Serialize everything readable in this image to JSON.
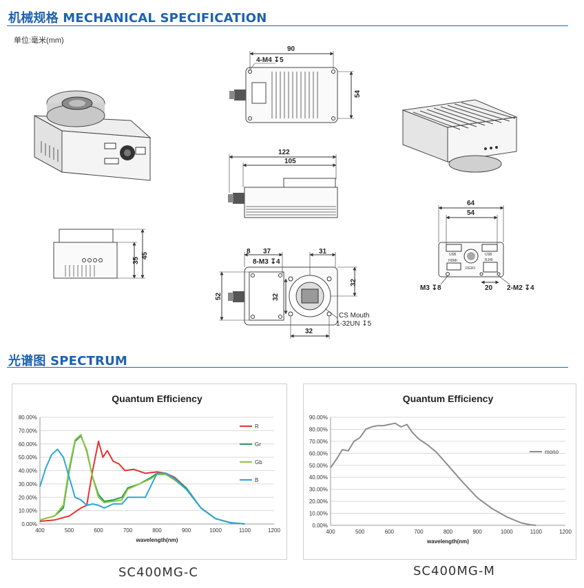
{
  "mech": {
    "title": "机械规格 MECHANICAL SPECIFICATION",
    "unit": "单位:毫米(mm)",
    "dims": {
      "top_width": "90",
      "top_hole": "4-M4 ↧5",
      "top_height": "54",
      "side_122": "122",
      "side_105": "105",
      "left_35": "35",
      "left_45": "45",
      "front_8": "8",
      "front_37": "37",
      "front_31": "31",
      "front_m3": "8-M3 ↧4",
      "front_32r": "32",
      "front_52": "52",
      "front_32m": "32",
      "front_32b": "32",
      "cs_mouth": "CS Mouth",
      "cs_thread": "1-32UN ↧5",
      "rear_64": "64",
      "rear_54": "54",
      "rear_20": "20",
      "rear_m3": "M3 ↧8",
      "rear_m2": "2-M2 ↧4"
    },
    "ports": {
      "usb": "USB",
      "hdmi": "HDMI",
      "rj45": "RJ45",
      "dgio": "DGI/O"
    }
  },
  "spec": {
    "title": "光谱图    SPECTRUM"
  },
  "chart_data": [
    {
      "type": "line",
      "title": "Quantum Efficiency",
      "xlabel": "wavelength(nm)",
      "ylabel": "",
      "xlim": [
        400,
        1200
      ],
      "ylim": [
        0,
        80
      ],
      "x_ticks": [
        "400",
        "500",
        "600",
        "700",
        "800",
        "900",
        "1000",
        "1100",
        "1200"
      ],
      "y_ticks": [
        "0.00%",
        "10.00%",
        "20.00%",
        "30.00%",
        "40.00%",
        "50.00%",
        "60.00%",
        "70.00%",
        "80.00%"
      ],
      "grid": true,
      "legend": "right",
      "caption": "SC400MG-C",
      "series": [
        {
          "name": "R",
          "color": "#e8312f",
          "x": [
            400,
            450,
            500,
            540,
            560,
            580,
            600,
            615,
            630,
            650,
            670,
            690,
            720,
            760,
            800,
            830,
            860,
            900,
            950,
            1000,
            1050,
            1100
          ],
          "y": [
            2,
            3,
            6,
            12,
            14,
            40,
            62,
            50,
            55,
            47,
            45,
            40,
            41,
            38,
            39,
            38,
            35,
            27,
            12,
            4,
            1,
            0
          ]
        },
        {
          "name": "Gr",
          "color": "#1f9d55",
          "x": [
            400,
            450,
            480,
            500,
            520,
            540,
            560,
            580,
            600,
            620,
            650,
            680,
            700,
            740,
            780,
            800,
            830,
            860,
            900,
            950,
            1000,
            1050,
            1100
          ],
          "y": [
            3,
            6,
            12,
            40,
            62,
            66,
            55,
            35,
            22,
            17,
            18,
            20,
            27,
            30,
            35,
            38,
            38,
            34,
            27,
            12,
            4,
            1,
            0
          ]
        },
        {
          "name": "Gb",
          "color": "#8dc63f",
          "x": [
            400,
            450,
            480,
            500,
            520,
            540,
            560,
            580,
            600,
            620,
            650,
            680,
            700,
            740,
            780,
            800,
            830,
            860,
            900,
            950,
            1000,
            1050,
            1100
          ],
          "y": [
            3,
            6,
            14,
            42,
            63,
            67,
            54,
            35,
            20,
            16,
            17,
            18,
            26,
            30,
            34,
            37,
            37,
            33,
            26,
            12,
            4,
            1,
            0
          ]
        },
        {
          "name": "B",
          "color": "#2aa7d8",
          "x": [
            400,
            420,
            440,
            460,
            480,
            500,
            520,
            540,
            560,
            580,
            600,
            620,
            650,
            680,
            700,
            730,
            760,
            800,
            830,
            860,
            900,
            950,
            1000,
            1050,
            1100
          ],
          "y": [
            28,
            42,
            52,
            56,
            50,
            35,
            20,
            18,
            14,
            15,
            14,
            12,
            15,
            15,
            20,
            20,
            20,
            38,
            38,
            34,
            26,
            12,
            4,
            1,
            0
          ]
        }
      ]
    },
    {
      "type": "line",
      "title": "Quantum Efficiency",
      "xlabel": "wavelength(nm)",
      "ylabel": "",
      "xlim": [
        400,
        1200
      ],
      "ylim": [
        0,
        90
      ],
      "x_ticks": [
        "400",
        "500",
        "600",
        "700",
        "800",
        "900",
        "1000",
        "1100",
        "1200"
      ],
      "y_ticks": [
        "0.00%",
        "10.00%",
        "20.00%",
        "30.00%",
        "40.00%",
        "50.00%",
        "60.00%",
        "70.00%",
        "80.00%",
        "90.00%"
      ],
      "grid": true,
      "legend": "right",
      "caption": "SC400MG-M",
      "series": [
        {
          "name": "mono",
          "color": "#8c8c8c",
          "x": [
            400,
            420,
            440,
            460,
            480,
            500,
            520,
            540,
            560,
            580,
            600,
            620,
            640,
            660,
            680,
            700,
            730,
            760,
            800,
            850,
            900,
            950,
            1000,
            1050,
            1080,
            1100
          ],
          "y": [
            48,
            55,
            63,
            62,
            70,
            73,
            80,
            82,
            83,
            83,
            84,
            85,
            82,
            84,
            77,
            72,
            67,
            61,
            50,
            36,
            23,
            14,
            7,
            2,
            0.5,
            0
          ]
        }
      ]
    }
  ]
}
